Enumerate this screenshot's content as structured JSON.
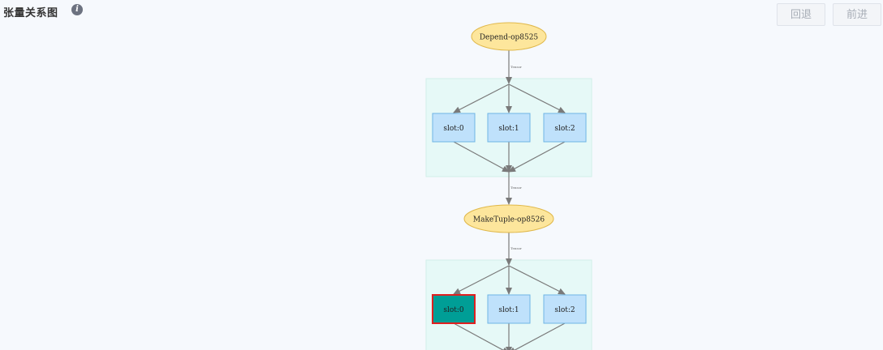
{
  "header": {
    "title": "张量关系图",
    "info_icon": "i",
    "back_label": "回退",
    "forward_label": "前进"
  },
  "graph": {
    "colors": {
      "op_fill": "#fde69c",
      "op_stroke": "#e0b84a",
      "cluster_fill": "#e6f9f7",
      "cluster_stroke": "#d2efe9",
      "slot_fill": "#bfe1fb",
      "slot_stroke": "#6fb5e4",
      "selected_fill": "#009e96",
      "selected_stroke": "#e02020",
      "edge": "#7a7a7a"
    },
    "op_nodes": [
      {
        "id": "depend",
        "label": "Depend-op8525"
      },
      {
        "id": "maketuple",
        "label": "MakeTuple-op8526"
      }
    ],
    "edge_labels": [
      "Tensor",
      "Tensor",
      "Tensor"
    ],
    "clusters": [
      {
        "slots": [
          {
            "label": "slot:0",
            "selected": false
          },
          {
            "label": "slot:1",
            "selected": false
          },
          {
            "label": "slot:2",
            "selected": false
          }
        ]
      },
      {
        "slots": [
          {
            "label": "slot:0",
            "selected": true
          },
          {
            "label": "slot:1",
            "selected": false
          },
          {
            "label": "slot:2",
            "selected": false
          }
        ]
      }
    ]
  }
}
